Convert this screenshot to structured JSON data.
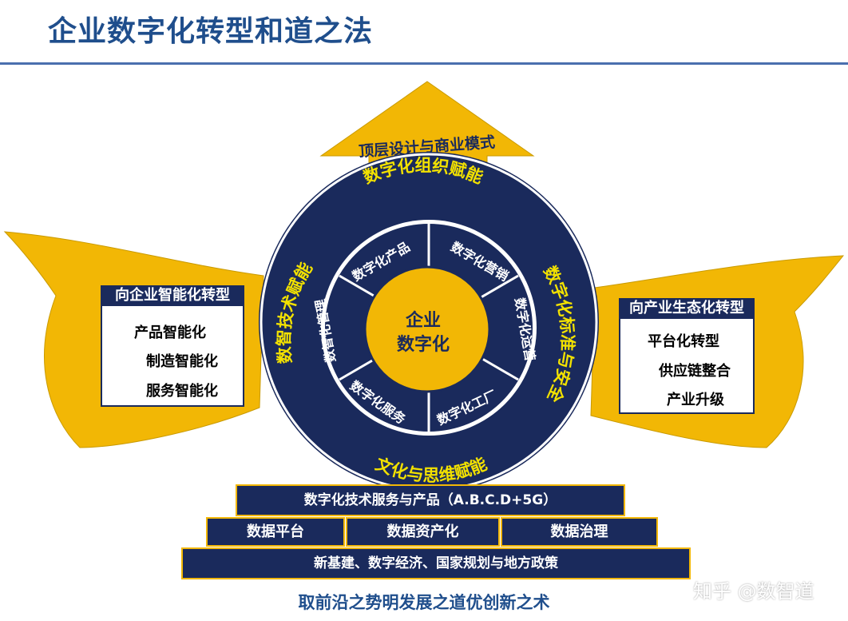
{
  "title": "企业数字化转型和道之法",
  "top_arrow": "顶层设计与商业模式",
  "ring_labels": {
    "top": "数字化组织赋能",
    "right": "数字化标准与安全",
    "bottom": "文化与思维赋能",
    "left": "数智技术赋能"
  },
  "center": {
    "line1": "企业",
    "line2": "数字化"
  },
  "segments": [
    "数字化产品",
    "数字化营销",
    "数字化运营",
    "数字化工厂",
    "数字化服务",
    "数智化管理"
  ],
  "left_panel": {
    "heading": "向企业智能化转型",
    "items": [
      "产品智能化",
      "制造智能化",
      "服务智能化"
    ]
  },
  "right_panel": {
    "heading": "向产业生态化转型",
    "items": [
      "平台化转型",
      "供应链整合",
      "产业升级"
    ]
  },
  "pyramid": {
    "top": "数字化技术服务与产品（A.B.C.D+5G）",
    "middle": [
      "数据平台",
      "数据资产化",
      "数据治理"
    ],
    "bottom": "新基建、数字经济、国家规划与地方政策"
  },
  "footer": "取前沿之势明发展之道优创新之术",
  "watermark": "知乎 @数智道",
  "colors": {
    "navy": "#1a2a5c",
    "gold": "#f2b705",
    "title_blue": "#1f4e8c"
  }
}
